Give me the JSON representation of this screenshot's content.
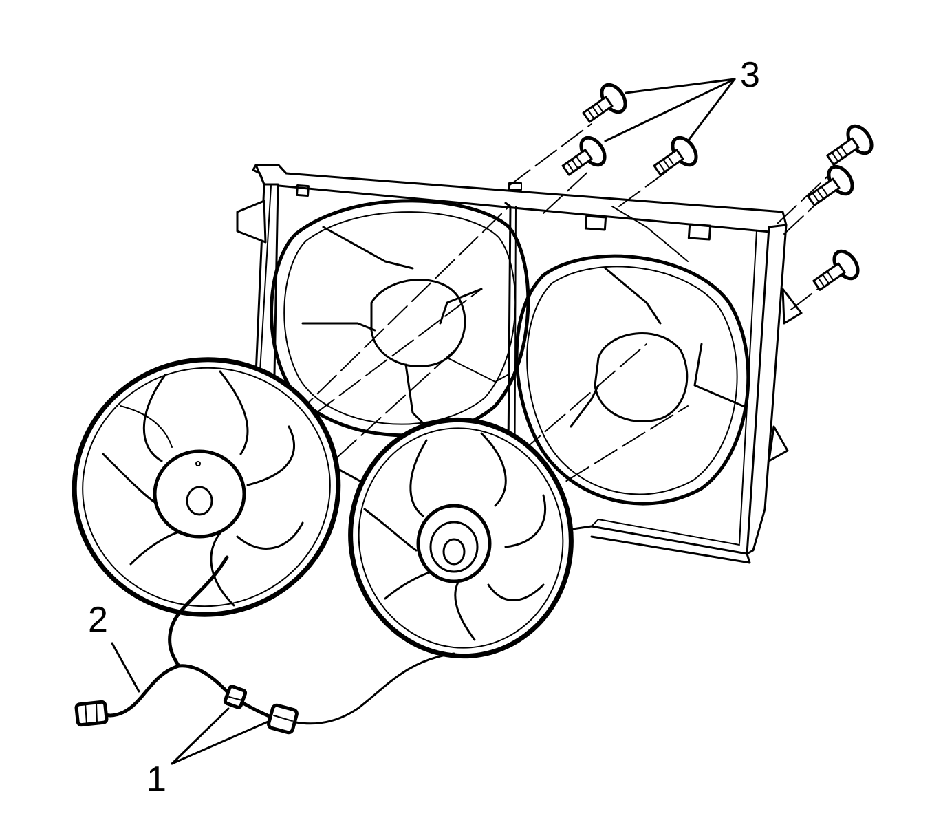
{
  "callouts": [
    {
      "label": "1"
    },
    {
      "label": "2"
    },
    {
      "label": "3"
    }
  ],
  "colors": {
    "line": "#000000",
    "background": "#ffffff"
  }
}
